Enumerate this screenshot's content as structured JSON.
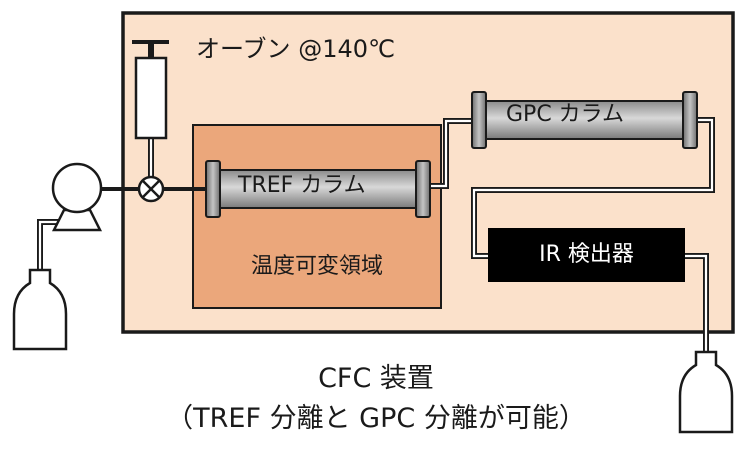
{
  "diagram": {
    "oven_label": "オーブン @140℃",
    "tref_column_label": "TREF カラム",
    "gpc_column_label": "GPC カラム",
    "detector_label": "IR 検出器",
    "temperature_zone_label": "温度可変領域",
    "caption_line1": "CFC 装置",
    "caption_line2": "（TREF 分離と GPC 分離が可能）"
  },
  "colors": {
    "oven_fill": "#fbe1cb",
    "zone_fill": "#eba77b",
    "column_fill": "#b5b5b5",
    "detector_fill": "#000000",
    "outline": "#1a1a1a"
  }
}
